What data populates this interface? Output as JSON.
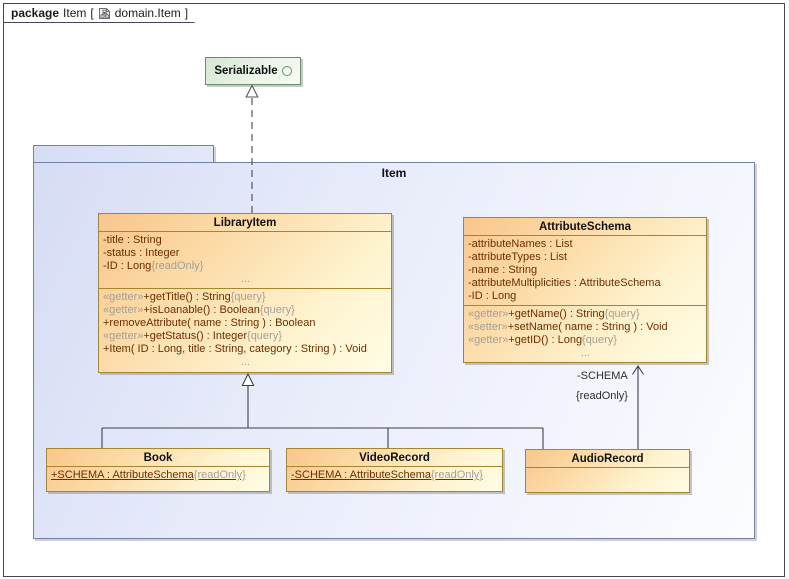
{
  "frame": {
    "header": {
      "keyword": "package",
      "name": "Item",
      "open": "[",
      "diagram_name": "domain.Item",
      "close": "]"
    },
    "icon": "class-diagram-icon"
  },
  "package": {
    "name": "Item"
  },
  "interface": {
    "name": "Serializable"
  },
  "classes": {
    "library_item": {
      "title": "LibraryItem",
      "attributes": [
        {
          "segs": [
            {
              "t": "-title : String"
            }
          ]
        },
        {
          "segs": [
            {
              "t": "-status : Integer"
            }
          ]
        },
        {
          "segs": [
            {
              "t": "-ID : Long"
            },
            {
              "t": "{readOnly}",
              "dim": true
            }
          ]
        },
        {
          "segs": [
            {
              "t": "...",
              "dim": true
            }
          ],
          "center": true
        }
      ],
      "operations": [
        {
          "segs": [
            {
              "t": "«getter»",
              "dim": true
            },
            {
              "t": "+getTitle() : String"
            },
            {
              "t": "{query}",
              "dim": true
            }
          ]
        },
        {
          "segs": [
            {
              "t": "«getter»",
              "dim": true
            },
            {
              "t": "+isLoanable() : Boolean"
            },
            {
              "t": "{query}",
              "dim": true
            }
          ]
        },
        {
          "segs": [
            {
              "t": "+removeAttribute( name : String ) : Boolean"
            }
          ]
        },
        {
          "segs": [
            {
              "t": "«getter»",
              "dim": true
            },
            {
              "t": "+getStatus() : Integer"
            },
            {
              "t": "{query}",
              "dim": true
            }
          ]
        },
        {
          "segs": [
            {
              "t": "+Item( ID : Long, title : String, category : String ) : Void"
            }
          ]
        },
        {
          "segs": [
            {
              "t": "...",
              "dim": true
            }
          ],
          "center": true
        }
      ]
    },
    "attribute_schema": {
      "title": "AttributeSchema",
      "attributes": [
        {
          "segs": [
            {
              "t": "-attributeNames : List"
            }
          ]
        },
        {
          "segs": [
            {
              "t": "-attributeTypes : List"
            }
          ]
        },
        {
          "segs": [
            {
              "t": "-name : String"
            }
          ]
        },
        {
          "segs": [
            {
              "t": "-attributeMultiplicities : AttributeSchema"
            }
          ]
        },
        {
          "segs": [
            {
              "t": "-ID : Long"
            }
          ]
        }
      ],
      "operations": [
        {
          "segs": [
            {
              "t": "«getter»",
              "dim": true
            },
            {
              "t": "+getName() : String"
            },
            {
              "t": "{query}",
              "dim": true
            }
          ]
        },
        {
          "segs": [
            {
              "t": "«setter»",
              "dim": true
            },
            {
              "t": "+setName( name : String ) : Void"
            }
          ]
        },
        {
          "segs": [
            {
              "t": "«getter»",
              "dim": true
            },
            {
              "t": "+getID() : Long"
            },
            {
              "t": "{query}",
              "dim": true
            }
          ]
        },
        {
          "segs": [
            {
              "t": "...",
              "dim": true
            }
          ],
          "center": true
        }
      ]
    },
    "book": {
      "title": "Book",
      "attributes": [
        {
          "segs": [
            {
              "t": "+SCHEMA : AttributeSchema"
            },
            {
              "t": "{readOnly}",
              "dim": true
            }
          ],
          "underline": true
        }
      ]
    },
    "video_record": {
      "title": "VideoRecord",
      "attributes": [
        {
          "segs": [
            {
              "t": "-SCHEMA : AttributeSchema"
            },
            {
              "t": "{readOnly}",
              "dim": true
            }
          ],
          "underline": true
        }
      ]
    },
    "audio_record": {
      "title": "AudioRecord"
    }
  },
  "association": {
    "role": "-SCHEMA",
    "tag": "{readOnly}"
  },
  "colors": {
    "class_border": "#a6852f",
    "class_fill_start": "#f8c68c",
    "class_fill_end": "#fffde4",
    "package_border": "#7381a8",
    "package_fill_start": "#d6dcf4",
    "package_fill_end": "#fbfcff",
    "interface_border": "#6b8d6f",
    "interface_fill_start": "#d5e7d2",
    "member_text": "#6b2f00",
    "dim_text": "#a5a09a",
    "frame_border": "#45455c"
  }
}
